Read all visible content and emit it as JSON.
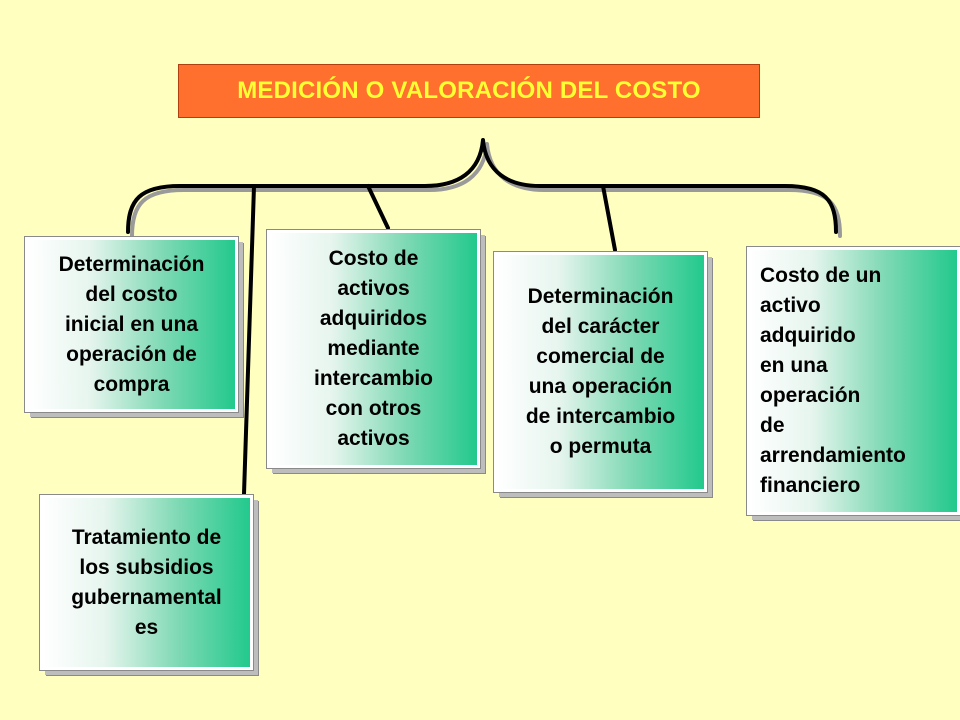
{
  "title": "MEDICIÓN O VALORACIÓN DEL COSTO",
  "boxes": [
    {
      "label": "Determinación\ndel costo\ninicial en una\noperación de\ncompra"
    },
    {
      "label": "Tratamiento de\nlos subsidios\ngubernamental\nes"
    },
    {
      "label": "Costo de\nactivos\nadquiridos\nmediante\nintercambio\ncon otros\nactivos"
    },
    {
      "label": "Determinación\ndel carácter\ncomercial de\nuna operación\nde intercambio\no permuta"
    },
    {
      "label": "Costo de un\nactivo\nadquirido\nen una\noperación\nde\narrendamiento\nfinanciero"
    }
  ],
  "colors": {
    "background": "#FFFFC0",
    "title_fill": "#FF6F2E",
    "title_text": "#FFFF33",
    "box_gradient_end": "#22C98D"
  }
}
